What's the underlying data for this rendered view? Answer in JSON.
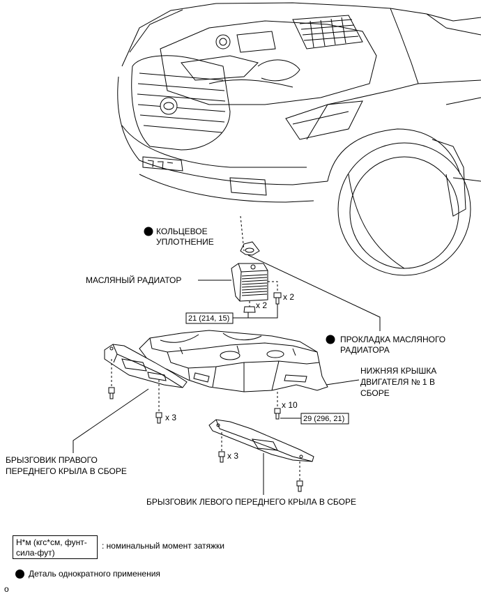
{
  "labels": {
    "o_ring_line1": "КОЛЬЦЕВОЕ",
    "o_ring_line2": "УПЛОТНЕНИЕ",
    "oil_cooler": "МАСЛЯНЫЙ РАДИАТОР",
    "qty_x2_a": "x 2",
    "qty_x2_b": "x 2",
    "torque_1": "21 (214, 15)",
    "gasket_line1": "ПРОКЛАДКА МАСЛЯНОГО",
    "gasket_line2": "РАДИАТОРА",
    "under_cover_line1": "НИЖНЯЯ КРЫШКА",
    "under_cover_line2": "ДВИГАТЕЛЯ № 1 В",
    "under_cover_line3": "СБОРЕ",
    "qty_x10": "x 10",
    "torque_2": "29 (296, 21)",
    "qty_x3_a": "x 3",
    "qty_x3_b": "x 3",
    "rh_shield_line1": "БРЫЗГОВИК ПРАВОГО",
    "rh_shield_line2": "ПЕРЕДНЕГО КРЫЛА В СБОРЕ",
    "lh_shield": "БРЫЗГОВИК ЛЕВОГО ПЕРЕДНЕГО КРЫЛА В СБОРЕ"
  },
  "legend": {
    "torque_unit_line1": "Н*м (кгс*см, фунт-",
    "torque_unit_line2": "сила-фут)",
    "torque_desc": ": номинальный момент затяжки",
    "non_reusable": "Деталь однократного применения",
    "footer": "o"
  }
}
